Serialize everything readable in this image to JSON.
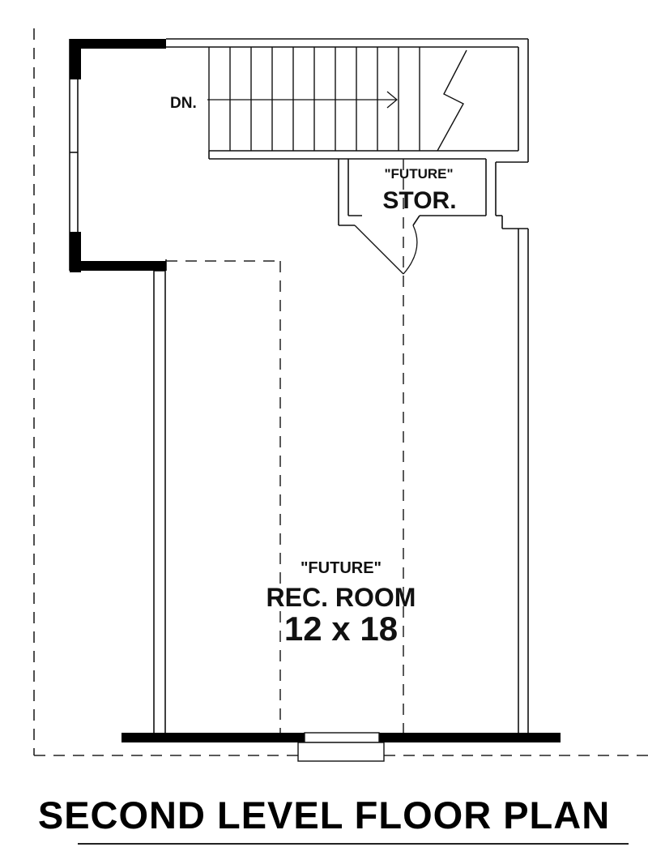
{
  "stair": {
    "direction_label": "DN."
  },
  "storage": {
    "tag": "\"FUTURE\"",
    "name": "STOR."
  },
  "rec_room": {
    "tag": "\"FUTURE\"",
    "name": "REC. ROOM",
    "dimensions": "12 x 18"
  },
  "title": "SECOND LEVEL FLOOR PLAN"
}
